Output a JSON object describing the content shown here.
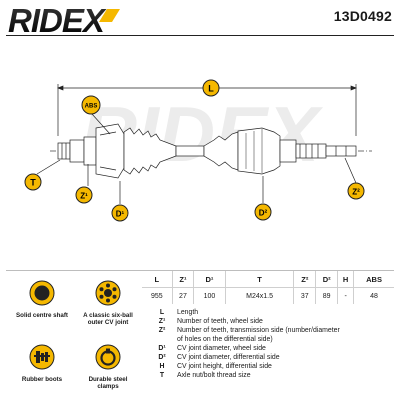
{
  "brand": "RIDEX",
  "part_code": "13D0492",
  "drawing": {
    "labels": {
      "L": "L",
      "ABS": "ABS",
      "T": "T",
      "Z1": "Z¹",
      "Z2": "Z²",
      "D1": "D¹",
      "D2": "D²"
    },
    "watermark": "RIDEX"
  },
  "features": [
    {
      "caption": "Solid centre shaft",
      "icon": "solid-shaft-icon"
    },
    {
      "caption": "A classic six-ball outer CV joint",
      "icon": "six-ball-cv-joint-icon"
    },
    {
      "caption": "Rubber boots",
      "icon": "rubber-boot-icon"
    },
    {
      "caption": "Durable steel clamps",
      "icon": "steel-clamp-icon"
    }
  ],
  "spec_table": {
    "headers": [
      "L",
      "Z¹",
      "D¹",
      "T",
      "Z²",
      "D²",
      "H",
      "ABS"
    ],
    "values": [
      "955",
      "27",
      "100",
      "M24x1.5",
      "37",
      "89",
      "-",
      "48"
    ]
  },
  "legend": [
    {
      "key": "L",
      "text": "Length"
    },
    {
      "key": "Z¹",
      "text": "Number of teeth, wheel side"
    },
    {
      "key": "Z²",
      "text": "Number of teeth, transmission side (number/diameter"
    },
    {
      "key": "",
      "text": "of holes on the differential side)"
    },
    {
      "key": "D¹",
      "text": "CV joint diameter, wheel side"
    },
    {
      "key": "D²",
      "text": "CV joint diameter, differential side"
    },
    {
      "key": "H",
      "text": "CV joint height, differential side"
    },
    {
      "key": "T",
      "text": "Axle nut/bolt thread size"
    }
  ],
  "colors": {
    "accent": "#f5b800",
    "ink": "#1a1a1a",
    "grid": "#cfcfcf"
  }
}
